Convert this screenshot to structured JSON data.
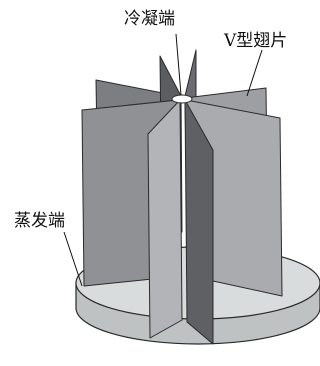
{
  "labels": {
    "condenser_end": "冷凝端",
    "v_fin": "V型翅片",
    "evaporator_end": "蒸发端"
  },
  "colors": {
    "background": "#ffffff",
    "base_top": "#d9dcdc",
    "base_side": "#bfc2c2",
    "fin_dark": "#5e6063",
    "fin_mid": "#8a8c8f",
    "fin_light": "#a7a9ac",
    "edge": "#2a2a2a"
  }
}
